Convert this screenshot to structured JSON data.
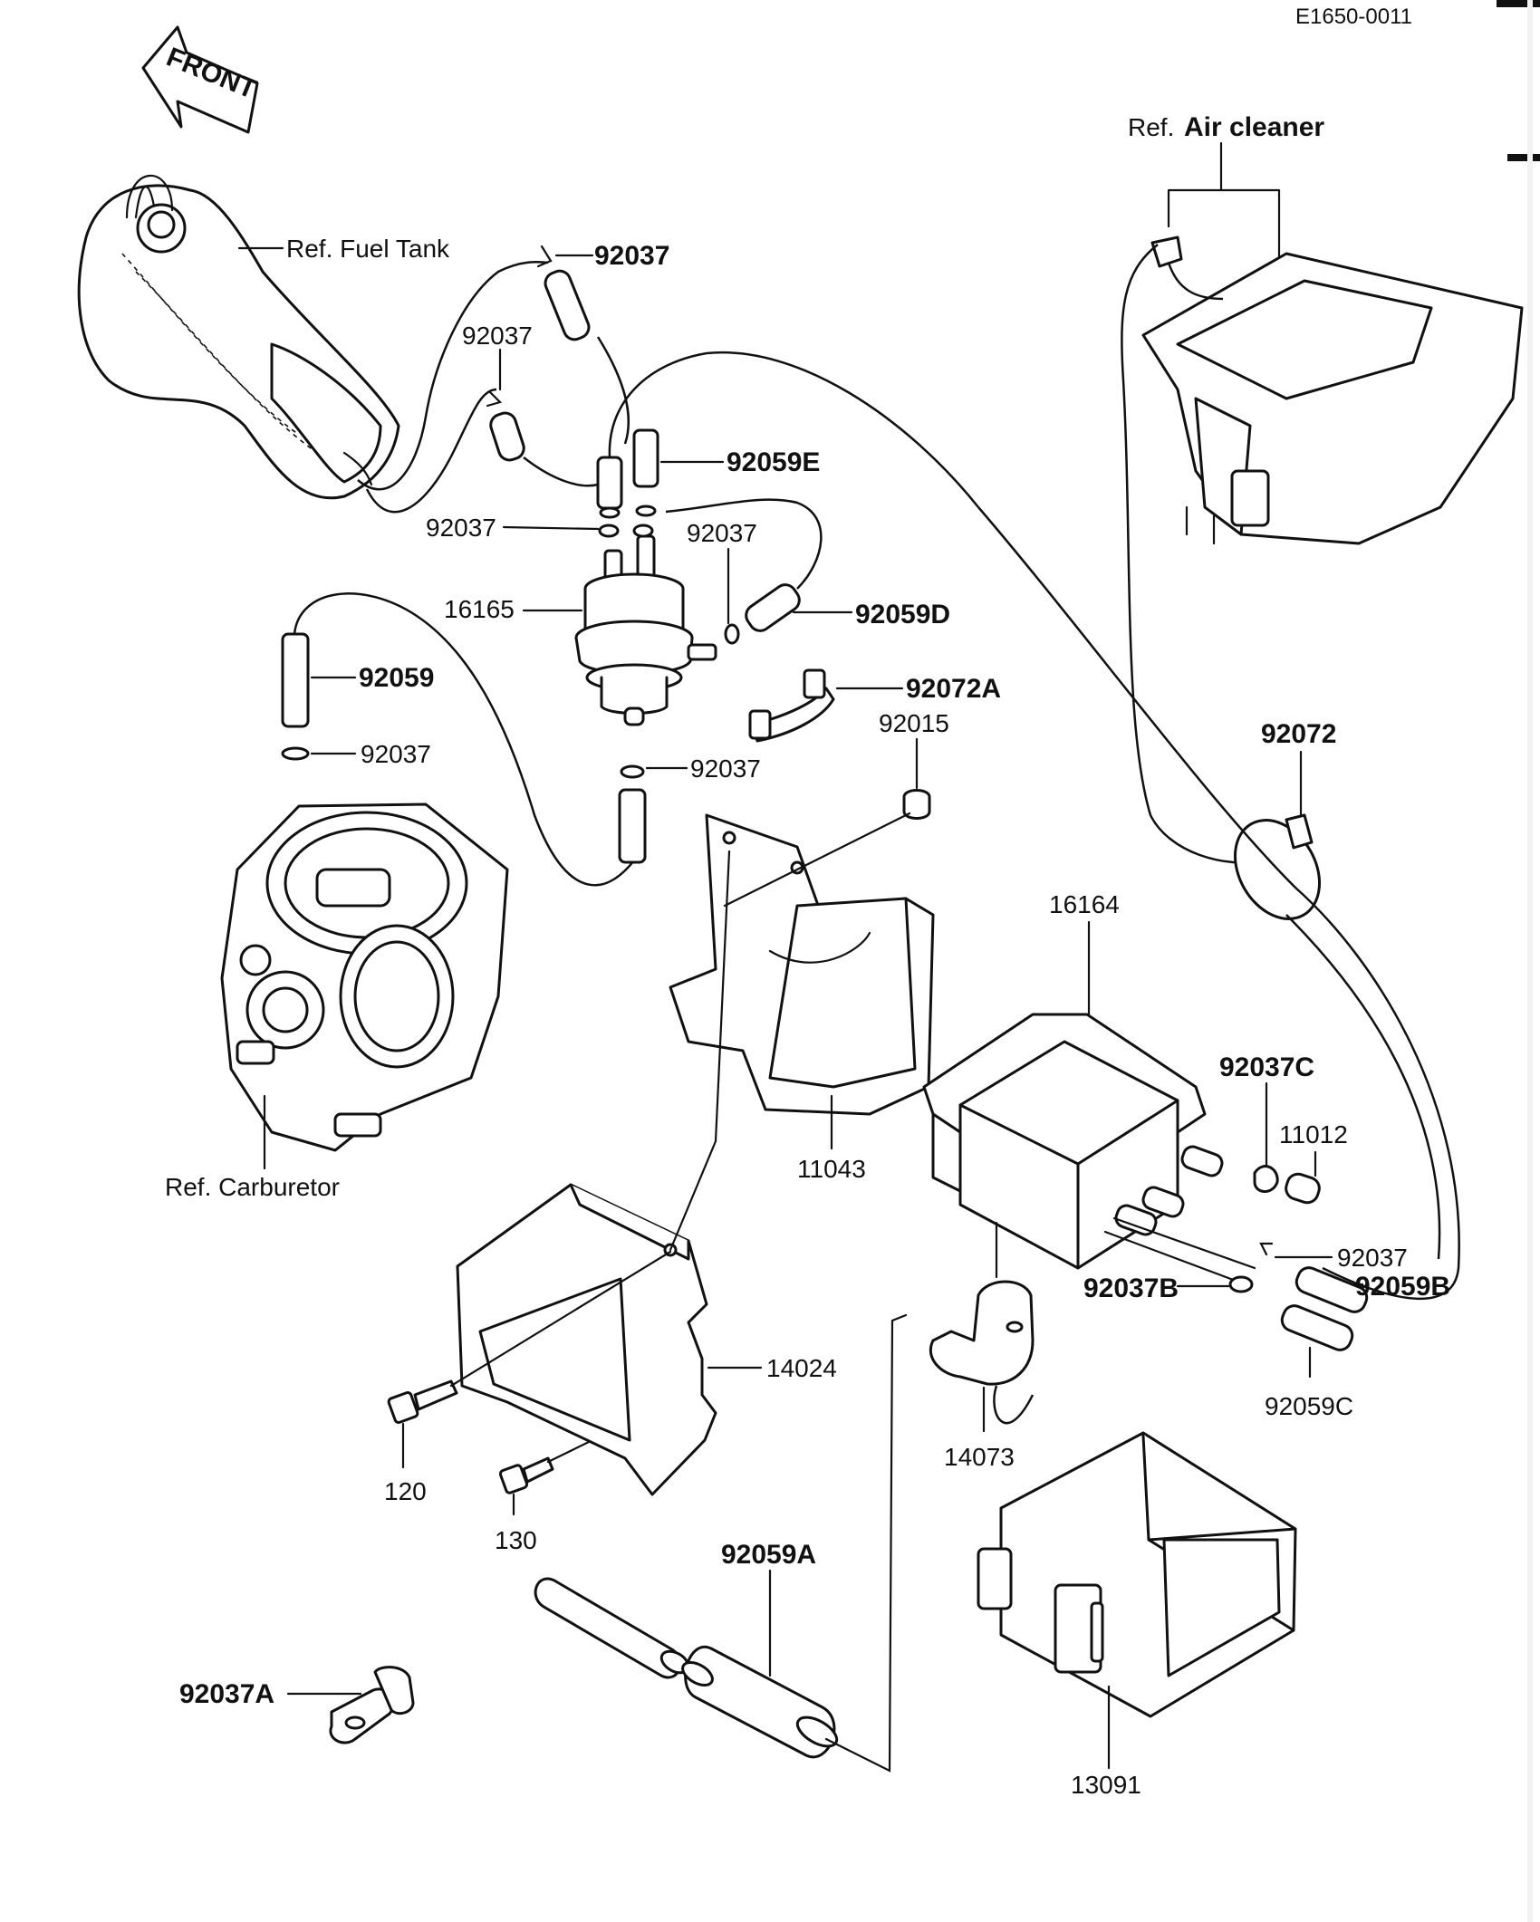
{
  "diagram_code": "E1650-0011",
  "front_arrow_label": "FRONT",
  "references": {
    "fuel_tank": "Ref. Fuel Tank",
    "air_cleaner_prefix": "Ref.",
    "air_cleaner": "Air cleaner",
    "carburetor": "Ref. Carburetor"
  },
  "callouts": {
    "c92037_top": "92037",
    "c92037_2": "92037",
    "c92059E": "92059E",
    "c92037_3": "92037",
    "c92037_4": "92037",
    "c16165": "16165",
    "c92059D": "92059D",
    "c92059": "92059",
    "c92072A": "92072A",
    "c92015": "92015",
    "c92037_5": "92037",
    "c92037_6": "92037",
    "c92072": "92072",
    "c16164": "16164",
    "c92037C": "92037C",
    "c11012": "11012",
    "c11043": "11043",
    "c92037_7": "92037",
    "c92037B": "92037B",
    "c92059B": "92059B",
    "c14024": "14024",
    "c92059C": "92059C",
    "c14073": "14073",
    "c120": "120",
    "c130": "130",
    "c92059A": "92059A",
    "c92037A": "92037A",
    "c13091": "13091"
  }
}
